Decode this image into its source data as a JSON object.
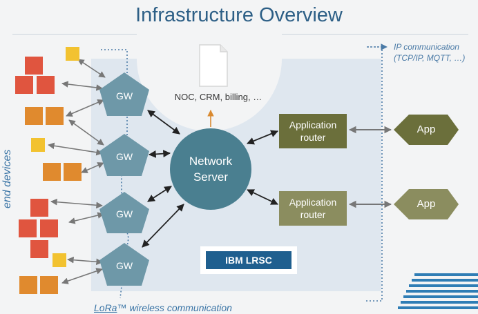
{
  "title": "Infrastructure Overview",
  "noc_label": "NOC, CRM, billing, …",
  "network_server": {
    "line1": "Network",
    "line2": "Server"
  },
  "app_routers": [
    {
      "line1": "Application",
      "line2": "router"
    },
    {
      "line1": "Application",
      "line2": "router"
    }
  ],
  "apps": [
    "App",
    "App"
  ],
  "gateways": [
    "GW",
    "GW",
    "GW",
    "GW"
  ],
  "end_devices_label": "end devices",
  "ip_comm": {
    "line1": "IP communication",
    "line2": "(TCP/IP, MQTT, …)"
  },
  "lora_comm": {
    "brand": "LoRa",
    "rest": "™ wireless communication"
  },
  "ibm_badge": "IBM LRSC",
  "colors": {
    "title": "#2d5f86",
    "panel": "#dfe7ef",
    "network_server": "#4a7f90",
    "gateway": "#6e98a8",
    "router_dark": "#6b6f3b",
    "router_light": "#8b8d5f",
    "device_red": "#e0553f",
    "device_orange": "#e08a2e",
    "device_yellow": "#f2c230",
    "ibm_blue": "#1f5f8f"
  }
}
